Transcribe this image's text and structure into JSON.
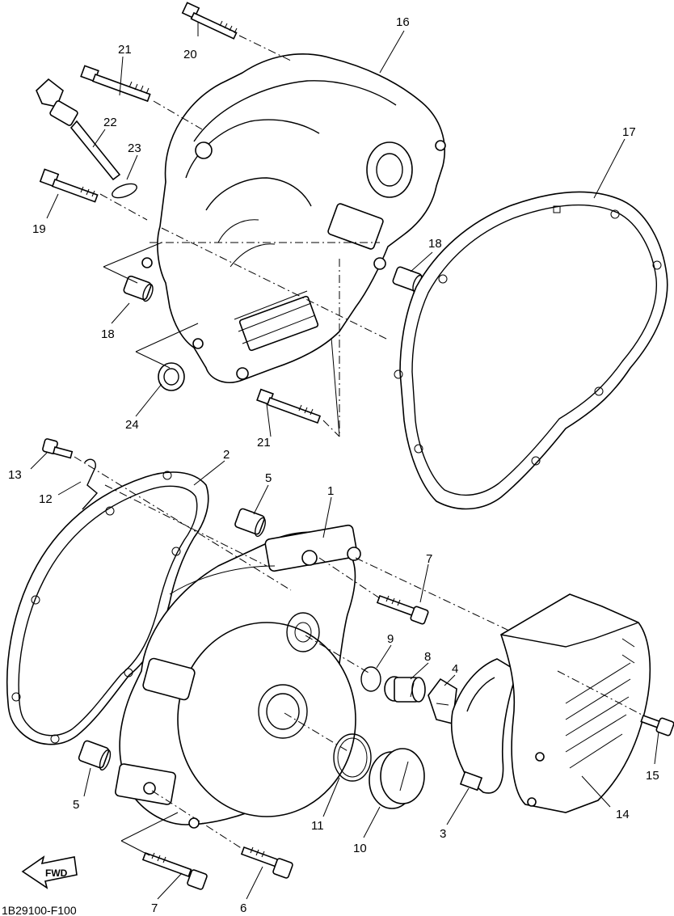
{
  "diagram": {
    "reference_code": "1B29100-F100",
    "fwd_label": "FWD",
    "callouts": [
      {
        "id": "c1",
        "label": "1"
      },
      {
        "id": "c2",
        "label": "2"
      },
      {
        "id": "c3",
        "label": "3"
      },
      {
        "id": "c4",
        "label": "4"
      },
      {
        "id": "c5a",
        "label": "5"
      },
      {
        "id": "c5b",
        "label": "5"
      },
      {
        "id": "c6",
        "label": "6"
      },
      {
        "id": "c7a",
        "label": "7"
      },
      {
        "id": "c7b",
        "label": "7"
      },
      {
        "id": "c8",
        "label": "8"
      },
      {
        "id": "c9",
        "label": "9"
      },
      {
        "id": "c10",
        "label": "10"
      },
      {
        "id": "c11",
        "label": "11"
      },
      {
        "id": "c12",
        "label": "12"
      },
      {
        "id": "c13",
        "label": "13"
      },
      {
        "id": "c14",
        "label": "14"
      },
      {
        "id": "c15",
        "label": "15"
      },
      {
        "id": "c16",
        "label": "16"
      },
      {
        "id": "c17",
        "label": "17"
      },
      {
        "id": "c18a",
        "label": "18"
      },
      {
        "id": "c18b",
        "label": "18"
      },
      {
        "id": "c19",
        "label": "19"
      },
      {
        "id": "c20",
        "label": "20"
      },
      {
        "id": "c21a",
        "label": "21"
      },
      {
        "id": "c21b",
        "label": "21"
      },
      {
        "id": "c22",
        "label": "22"
      },
      {
        "id": "c23",
        "label": "23"
      },
      {
        "id": "c24",
        "label": "24"
      }
    ]
  }
}
